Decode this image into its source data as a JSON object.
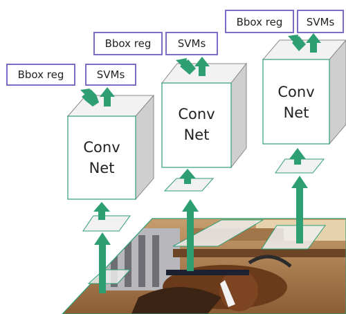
{
  "networks": [
    {
      "conv_line1": "Conv",
      "conv_line2": "Net",
      "bbox_label": "Bbox reg",
      "svm_label": "SVMs"
    },
    {
      "conv_line1": "Conv",
      "conv_line2": "Net",
      "bbox_label": "Bbox reg",
      "svm_label": "SVMs"
    },
    {
      "conv_line1": "Conv",
      "conv_line2": "Net",
      "bbox_label": "Bbox reg",
      "svm_label": "SVMs"
    }
  ],
  "colors": {
    "arrow": "#2e9e73",
    "label_border": "#7b6bc4",
    "cube_side": "#cfcfcf",
    "photo_sky": "#d9c7a6"
  },
  "image": {
    "subject": "horse-photo"
  }
}
